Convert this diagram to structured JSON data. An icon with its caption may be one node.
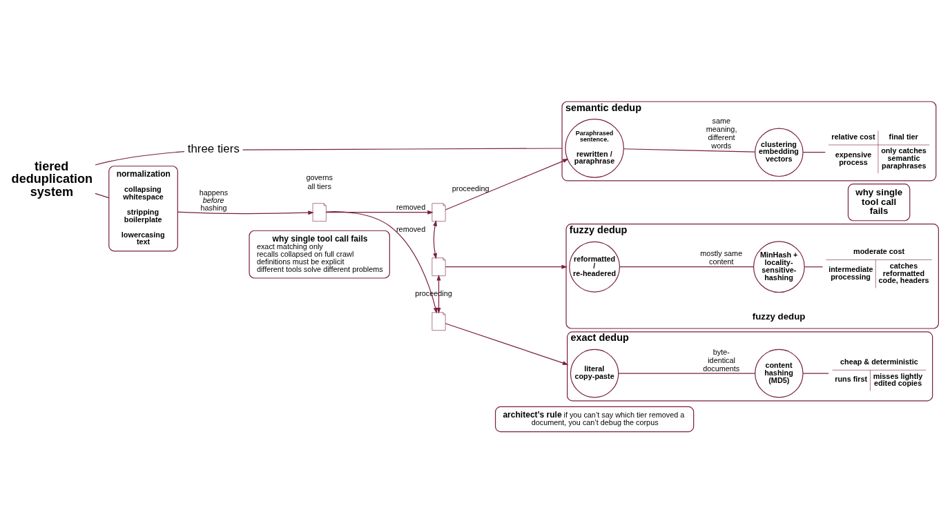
{
  "diagram": {
    "nodes": [
      {
        "text": [
          "tiered deduplication system"
        ]
      },
      {
        "text": [
          "three tiers"
        ]
      },
      {
        "text": [
          "normalization",
          "collapsing whitespace",
          "stripping boilerplate",
          "lowercasing text"
        ]
      },
      {
        "text": [],
        "shape": "document"
      },
      {
        "text": [],
        "shape": "document"
      },
      {
        "text": [],
        "shape": "document"
      },
      {
        "text": [],
        "shape": "document"
      },
      {
        "text": [
          "semantic dedup"
        ]
      },
      {
        "text": [
          "Paraphrased sentence.",
          "rewritten / paraphrase"
        ],
        "in": 7
      },
      {
        "text": [
          "clustering embedding vectors"
        ],
        "in": 7
      },
      {
        "text": [
          "relative cost",
          "final tier",
          "expensive process",
          "only catches semantic paraphrases"
        ],
        "in": 7
      },
      {
        "text": [
          "why single tool call fails"
        ]
      },
      {
        "text": [
          "fuzzy dedup",
          "fuzzy dedup"
        ]
      },
      {
        "text": [
          "reformatted / re-headered"
        ],
        "in": 12
      },
      {
        "text": [
          "MinHash + locality-sensitive-hashing"
        ],
        "in": 12
      },
      {
        "text": [
          "moderate cost",
          "intermediate processing",
          "catches reformatted code, headers"
        ],
        "in": 12
      },
      {
        "text": [
          "exact dedup"
        ]
      },
      {
        "text": [
          "literal copy-paste"
        ],
        "in": 16
      },
      {
        "text": [
          "content hashing (MD5)"
        ],
        "in": 16
      },
      {
        "text": [
          "cheap & deterministic",
          "runs first",
          "misses lightly edited copies"
        ],
        "in": 16
      },
      {
        "text": [
          "architect’s rule",
          "if you can’t say which tier removed a document, you can’t debug the corpus"
        ]
      },
      {
        "text": [
          "why single tool call fails",
          "exact matching only",
          "recalls collapsed on full crawl",
          "definitions must be explicit",
          "different tools solve different problems"
        ]
      }
    ],
    "edges": [
      {
        "from": 0,
        "to": 2,
        "arrow": "none"
      },
      {
        "from": 0,
        "to": 1,
        "arrow": "none"
      },
      {
        "from": 1,
        "to": 7,
        "arrow": "none"
      },
      {
        "from": 2,
        "to": 4,
        "arrow": "to",
        "label": "happens *before* hashing"
      },
      {
        "from": 4,
        "to": 3,
        "arrow": "to",
        "label": "removed"
      },
      {
        "from": 4,
        "to": 6,
        "arrow": "to",
        "label": "removed"
      },
      {
        "from": 5,
        "to": 3,
        "arrow": "both"
      },
      {
        "from": 5,
        "to": 6,
        "arrow": "both",
        "label": "proceeding"
      },
      {
        "from": 3,
        "to": 8,
        "arrow": "to",
        "label": "proceeding"
      },
      {
        "from": 5,
        "to": 12,
        "arrow": "to"
      },
      {
        "from": 6,
        "to": 16,
        "arrow": "to"
      },
      {
        "from": 8,
        "to": 9,
        "arrow": "none",
        "label": "same meaning, different words"
      },
      {
        "from": 9,
        "to": 10,
        "arrow": "none"
      },
      {
        "from": 13,
        "to": 14,
        "arrow": "none",
        "label": "mostly same content"
      },
      {
        "from": 14,
        "to": 15,
        "arrow": "none"
      },
      {
        "from": 17,
        "to": 18,
        "arrow": "none",
        "label": "byte-identical documents"
      },
      {
        "from": 18,
        "to": 19,
        "arrow": "none"
      }
    ],
    "labels": [
      "governs all tiers"
    ]
  }
}
